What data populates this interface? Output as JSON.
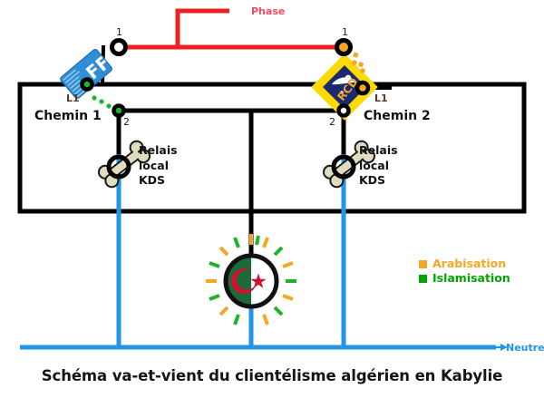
{
  "caption": "Schéma va-et-vient du clientélisme algérien en Kabylie",
  "phase": {
    "label": "Phase",
    "color": "#f02020"
  },
  "nodes": {
    "top_left_number": "1",
    "top_right_number": "1",
    "mid_left_number": "2",
    "mid_right_number": "2",
    "left_l1": "L1",
    "right_l1": "L1"
  },
  "paths": {
    "left_label": "Chemin 1",
    "right_label": "Chemin 2"
  },
  "relais": {
    "left_text": "Relais\nlocal\nKDS",
    "right_text": "Relais\nlocal\nKDS"
  },
  "logos": {
    "left": {
      "name": "FFS",
      "text": "FFS",
      "background": "#2f8fd6",
      "text_color": "#ffffff"
    },
    "right": {
      "name": "RCD",
      "text": "RCD",
      "outer_color": "#ffd900",
      "inner_color": "#1a2a6e",
      "text_color": "#f5a623"
    }
  },
  "emblem": {
    "name": "algeria-flag-circle",
    "green": "#1b6b3a",
    "white": "#ffffff",
    "red": "#d21034",
    "ring": "#111111",
    "ray_colors": [
      "#f5a623",
      "#1db42a"
    ]
  },
  "legend": {
    "items": [
      {
        "label": "Arabisation",
        "color": "#f5a623"
      },
      {
        "label": "Islamisation",
        "color": "#1db42a"
      }
    ]
  },
  "neutral": {
    "label": "Neutre",
    "color": "#2196e8"
  },
  "colors": {
    "structure": "#000000",
    "blue_line": "#2196e8",
    "red_line": "#f02020",
    "green_dot": "#1db42a",
    "orange_dot": "#f5a623",
    "bone": "#dfdcc0"
  }
}
